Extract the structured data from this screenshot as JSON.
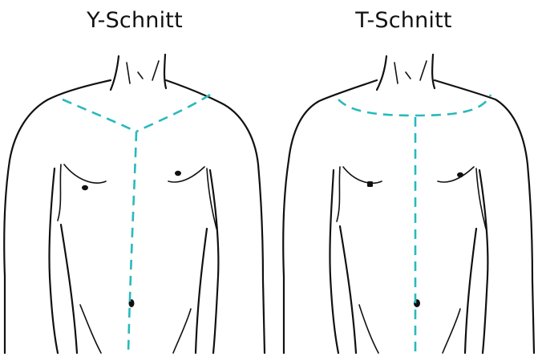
{
  "panels": [
    {
      "label": "Y-Schnitt",
      "incision_type": "Y"
    },
    {
      "label": "T-Schnitt",
      "incision_type": "T"
    }
  ],
  "colors": {
    "incision": "#29b9bd",
    "outline": "#111111",
    "background": "#ffffff"
  }
}
